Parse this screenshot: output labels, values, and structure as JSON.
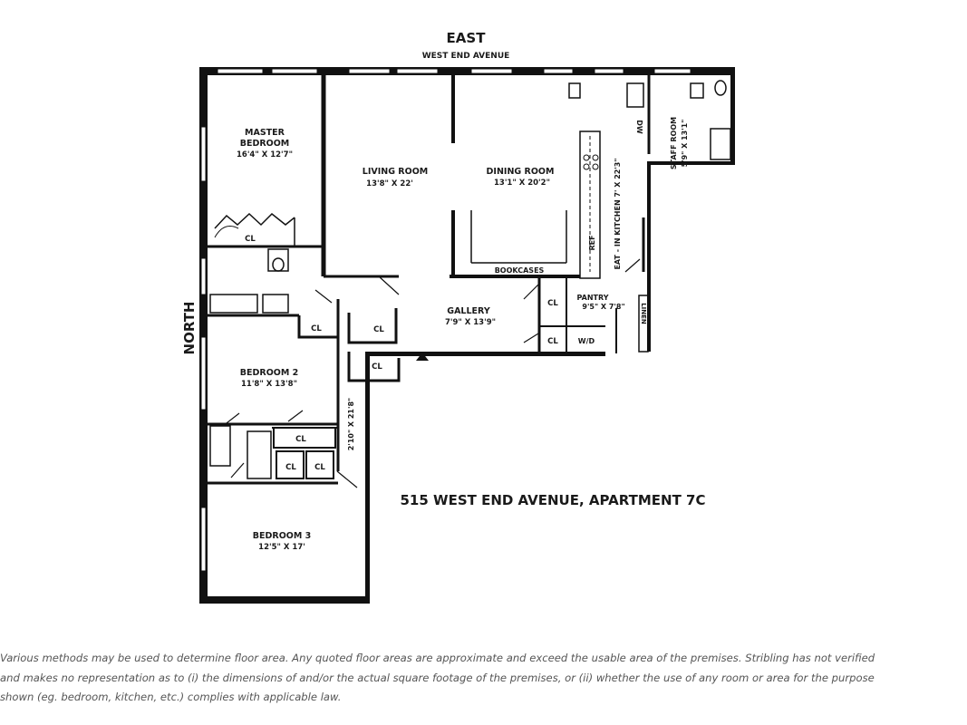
{
  "compass": {
    "top": "EAST",
    "left": "NORTH"
  },
  "street": "WEST END AVENUE",
  "address": "515 WEST END AVENUE, APARTMENT 7C",
  "rooms": {
    "master_bedroom": {
      "name_line1": "MASTER",
      "name_line2": "BEDROOM",
      "dims": "16'4\" X 12'7\""
    },
    "living_room": {
      "name": "LIVING ROOM",
      "dims": "13'8\" X 22'"
    },
    "dining_room": {
      "name": "DINING ROOM",
      "dims": "13'1\" X 20'2\""
    },
    "kitchen": {
      "name": "EAT - IN KITCHEN 7' X 22'3\""
    },
    "staff_room": {
      "name": "STAFF ROOM",
      "dims": "5'9\" X 13'1\""
    },
    "gallery": {
      "name": "GALLERY",
      "dims": "7'9\" X 13'9\""
    },
    "pantry": {
      "name": "PANTRY",
      "dims": "9'5\" X 7'8\""
    },
    "bedroom2": {
      "name": "BEDROOM 2",
      "dims": "11'8\" X 13'8\""
    },
    "bedroom3": {
      "name": "BEDROOM 3",
      "dims": "12'5\" X 17'"
    },
    "hall": {
      "dims": "2'10\" X 21'8\""
    }
  },
  "fixtures": {
    "closet": "CL",
    "bookcases": "BOOKCASES",
    "refrigerator": "REF",
    "dishwasher": "DW",
    "washer_dryer": "W/D",
    "linen": "LINEN"
  },
  "disclaimer": [
    "Various methods may be used to determine floor area. Any quoted floor areas are approximate and exceed the usable area of the premises. Stribling has not verified",
    "and makes no representation as to (i) the dimensions of and/or the actual square footage of the premises, or (ii) whether the use of any room or area for the purpose",
    "shown (eg. bedroom, kitchen, etc.) complies with applicable law."
  ]
}
